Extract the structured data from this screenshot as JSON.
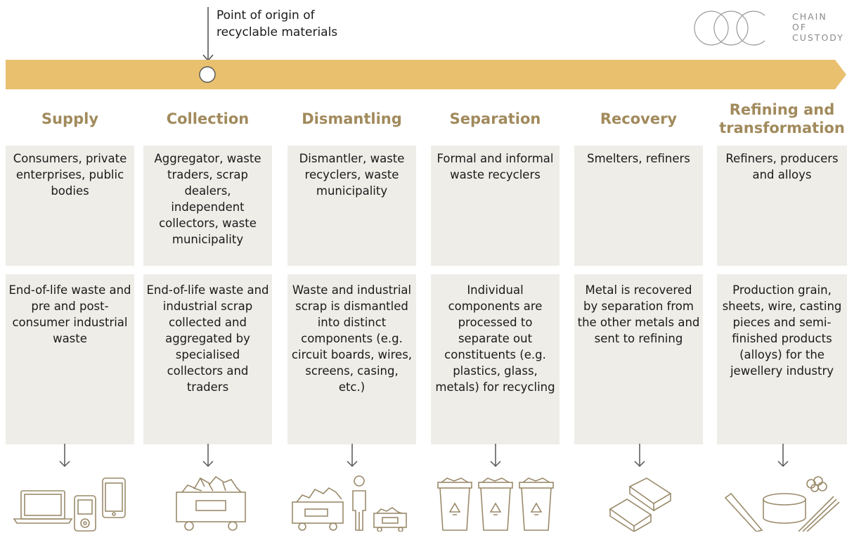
{
  "origin": {
    "label_line1": "Point of origin of",
    "label_line2": "recyclable materials"
  },
  "logo": {
    "line1": "CHAIN",
    "line2": "OF",
    "line3": "CUSTODY"
  },
  "colors": {
    "banner": "#e8c06e",
    "stage_title": "#a18a5c",
    "box_bg": "#efede8",
    "icon_stroke": "#9a8a6a"
  },
  "stages": [
    {
      "title": "Supply",
      "actors": "Consumers, private enterprises, public bodies",
      "description": "End-of-life waste and pre and post-consumer industrial waste",
      "icon": "electronics-icon"
    },
    {
      "title": "Collection",
      "actors": "Aggregator, waste traders, scrap dealers, independent collectors, waste municipality",
      "description": "End-of-life waste and industrial scrap collected and aggregated by specialised collectors and traders",
      "icon": "scrap-cart-icon"
    },
    {
      "title": "Dismantling",
      "actors": "Dismantler, waste recyclers, waste municipality",
      "description": "Waste and industrial scrap is dismantled into distinct components (e.g. circuit boards, wires, screens, casing, etc.)",
      "icon": "dismantling-icon"
    },
    {
      "title": "Separation",
      "actors": "Formal and informal waste recyclers",
      "description": "Individual components are processed to separate out constituents (e.g. plastics, glass, metals) for recycling",
      "icon": "recycling-bins-icon"
    },
    {
      "title": "Recovery",
      "actors": "Smelters, refiners",
      "description": "Metal is recovered by separation from the other metals and sent to refining",
      "icon": "metal-ingots-icon"
    },
    {
      "title": "Refining and transformation",
      "actors": "Refiners, producers and alloys",
      "description": "Production grain, sheets, wire, casting pieces and semi-finished products (alloys) for the jewellery industry",
      "icon": "semi-finished-products-icon"
    }
  ]
}
